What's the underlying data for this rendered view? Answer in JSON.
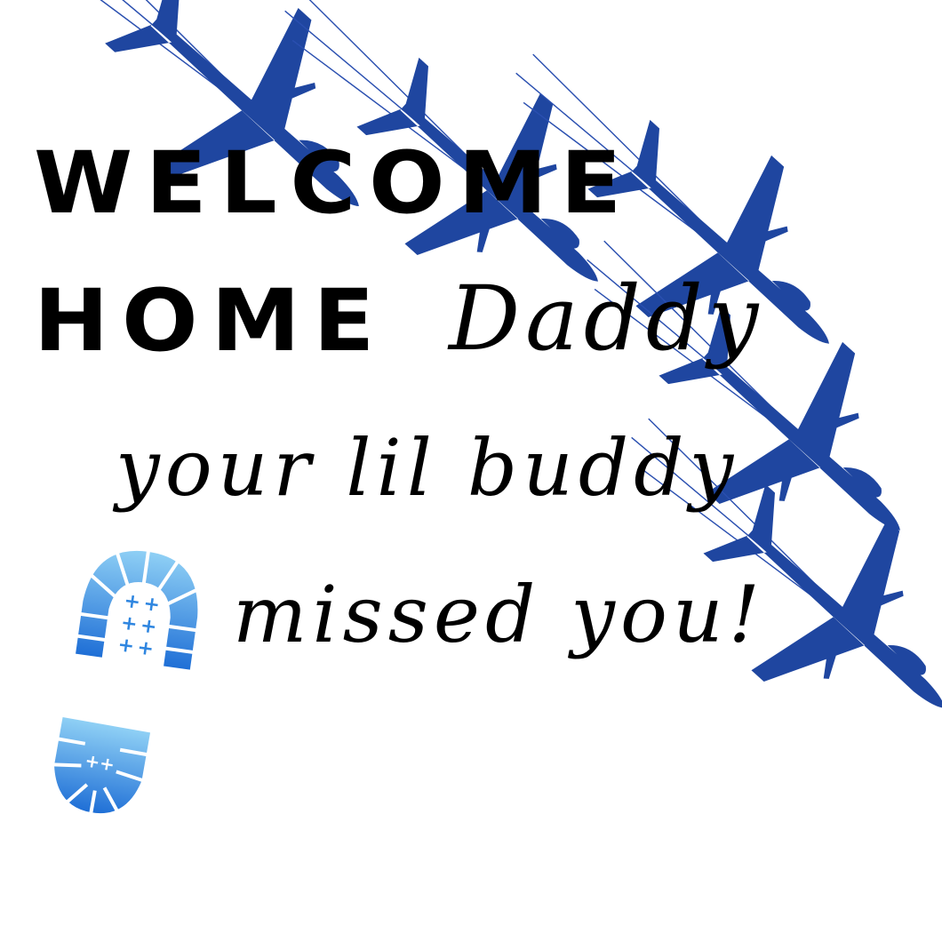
{
  "headline": {
    "line1": "WELCOME",
    "line2": "HOME"
  },
  "script": {
    "word1": "Daddy",
    "line2": "your lil buddy",
    "line3": "missed you!"
  },
  "icons": {
    "plane": "fighter-jet-icon",
    "boot": "boot-print-icon"
  },
  "colors": {
    "plane": "#1f46a0",
    "boot_light": "#7fc3f0",
    "boot_dark": "#1f6fd6",
    "text": "#000000"
  }
}
